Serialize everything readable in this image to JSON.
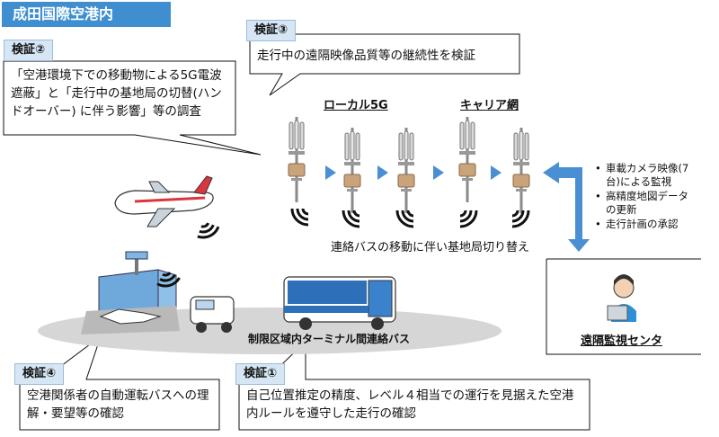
{
  "title": "成田国際空港内",
  "verification2": {
    "badge": "検証②",
    "text": "「空港環境下での移動物による5G電波遮蔽」と「走行中の基地局の切替(ハンドオーバー) に伴う影響」等の調査"
  },
  "verification3": {
    "badge": "検証③",
    "text": "走行中の遠隔映像品質等の継続性を検証"
  },
  "verification4": {
    "badge": "検証④",
    "text": "空港関係者の自動運転バスへの理解・要望等の確認"
  },
  "verification1": {
    "badge": "検証①",
    "text": "自己位置推定の精度、レベル４相当での運行を見据えた空港内ルールを遵守した走行の確認"
  },
  "network": {
    "local5g_label": "ローカル5G",
    "carrier_label": "キャリア網",
    "handover_caption": "連絡バスの移動に伴い基地局切り替え"
  },
  "bus_route_label": "制限区域内ターミナル間連絡バス",
  "monitoring": {
    "center_label": "遠隔監視センタ",
    "items": [
      "車載カメラ映像(7台)による監視",
      "高精度地図データの更新",
      "走行計画の承認"
    ]
  }
}
